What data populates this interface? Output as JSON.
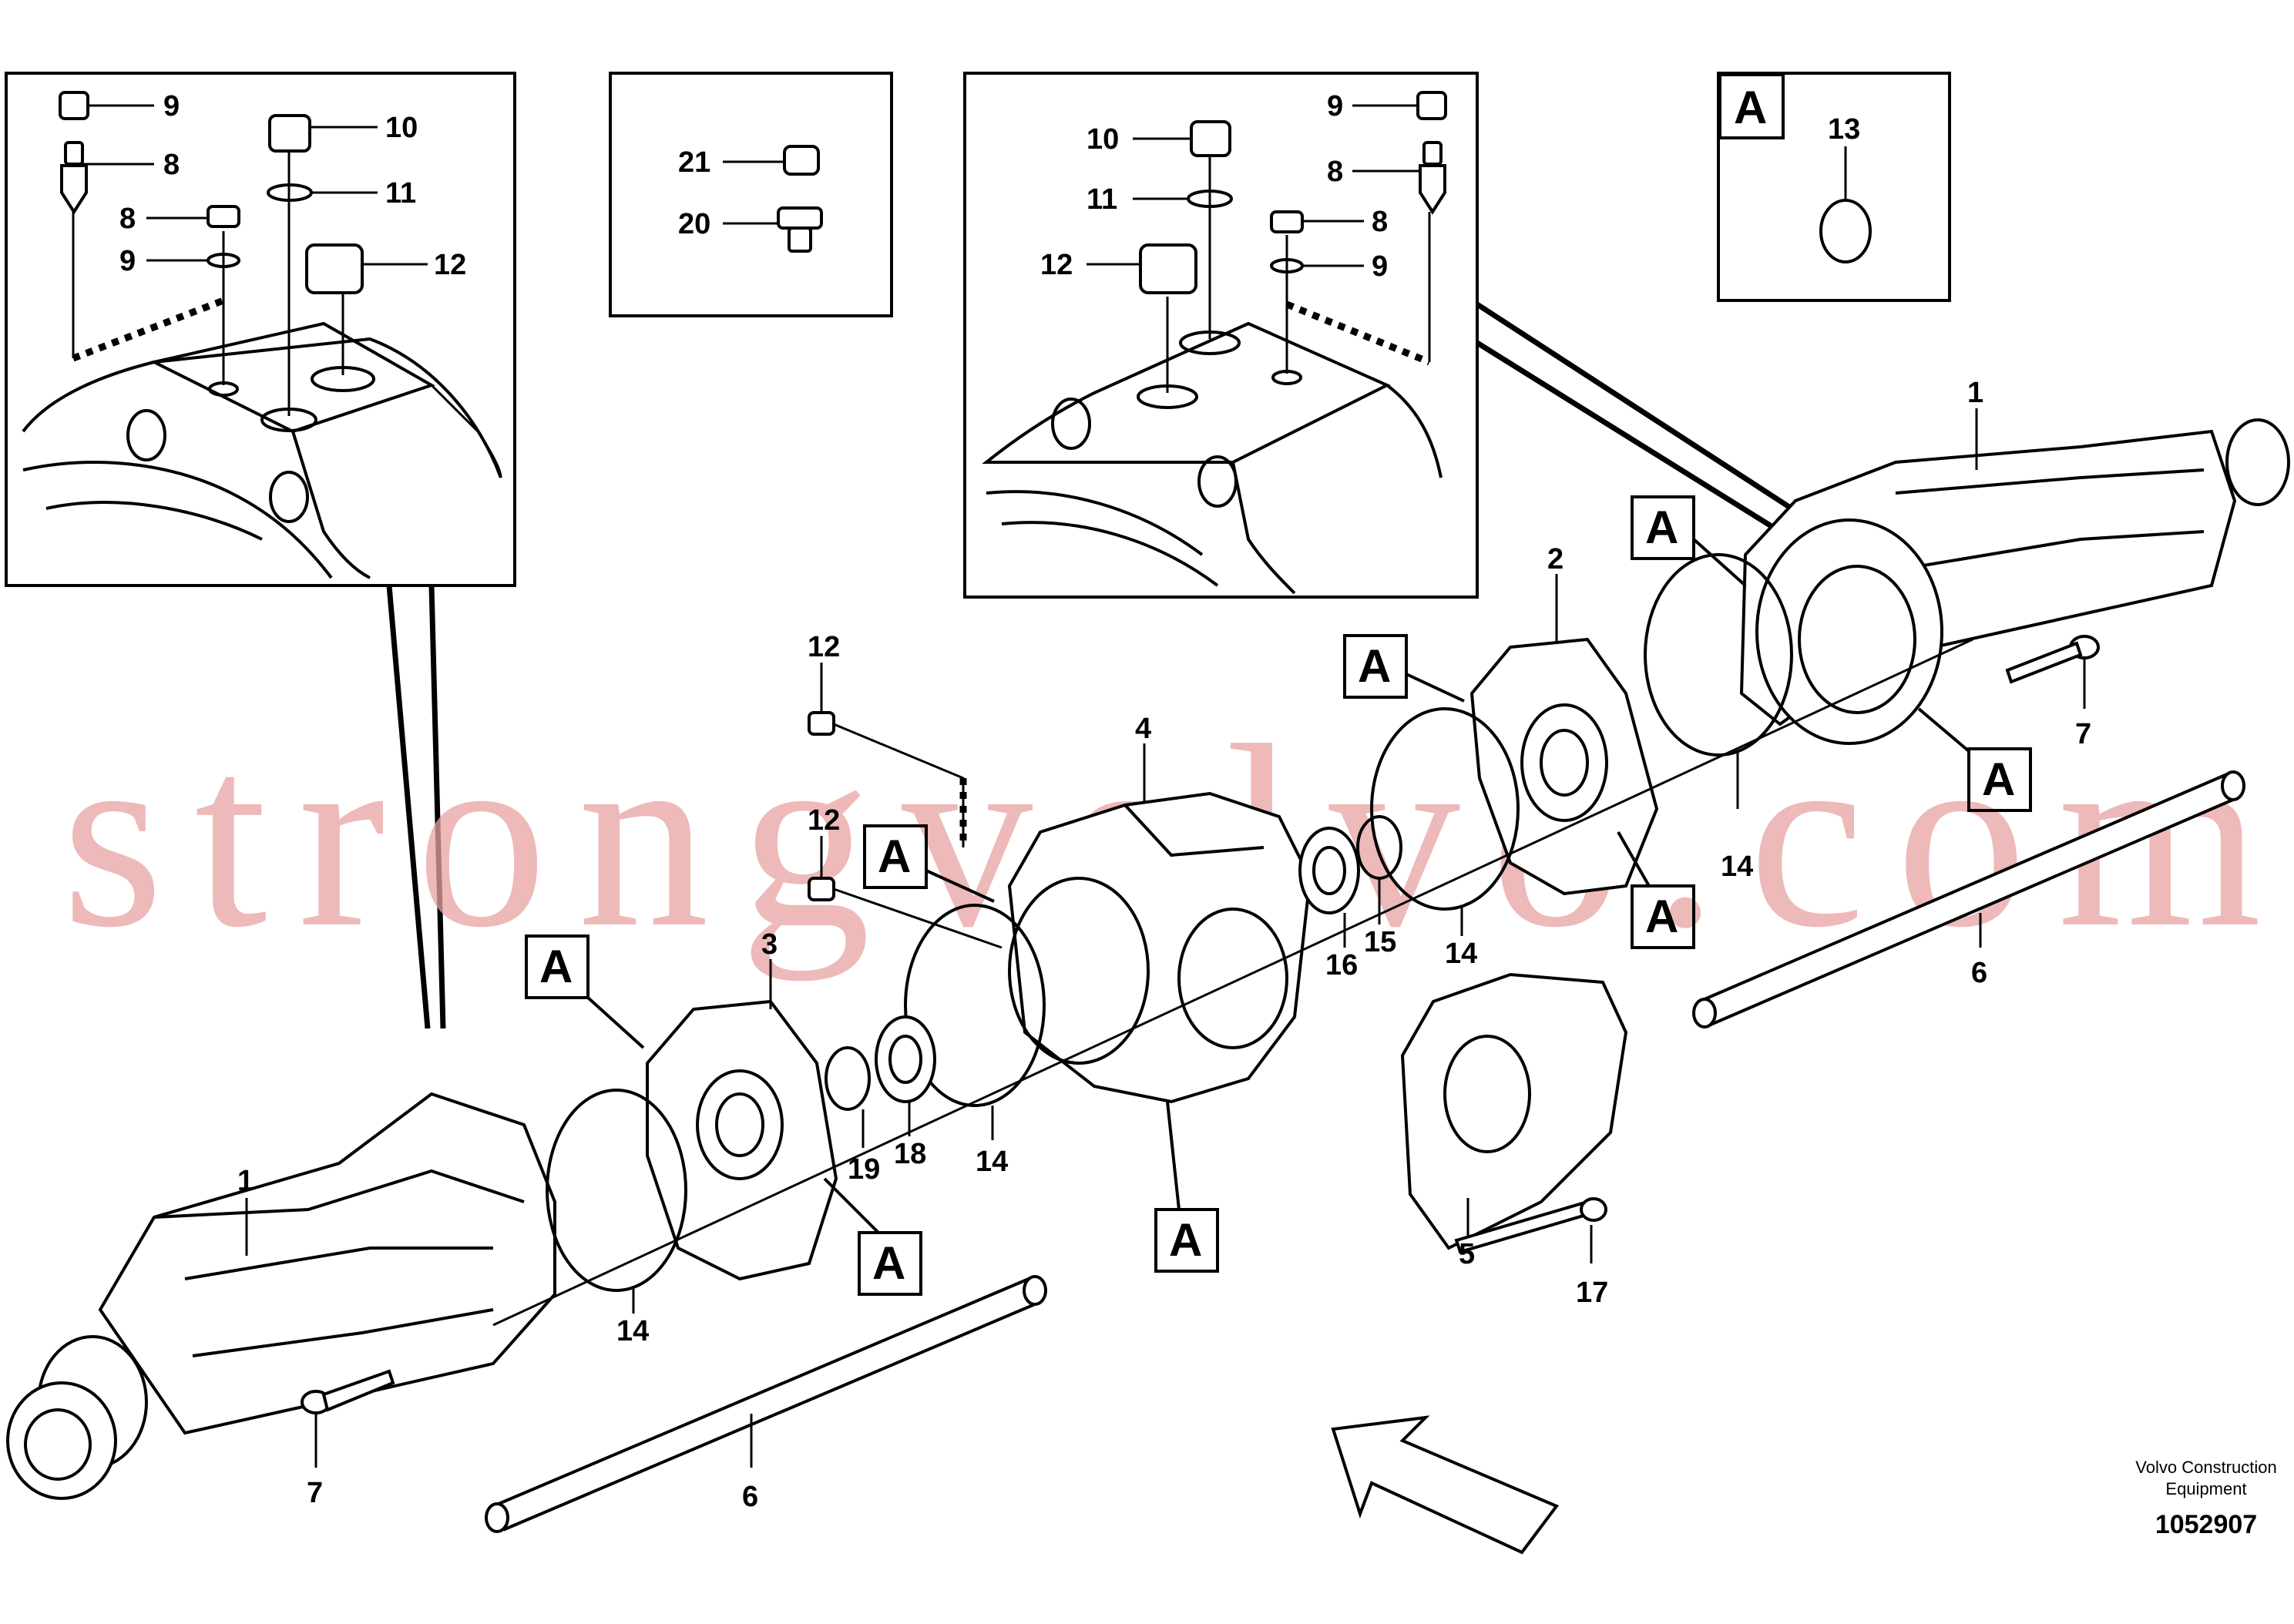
{
  "watermark": "strongvolvo.com",
  "callout_letter": "A",
  "labels": {
    "p1": "1",
    "p2": "2",
    "p3": "3",
    "p4": "4",
    "p5": "5",
    "p6": "6",
    "p7": "7",
    "p8": "8",
    "p9": "9",
    "p10": "10",
    "p11": "11",
    "p12": "12",
    "p13": "13",
    "p14": "14",
    "p15": "15",
    "p16": "16",
    "p17": "17",
    "p18": "18",
    "p19": "19",
    "p20": "20",
    "p21": "21"
  },
  "footer": {
    "company_line1": "Volvo Construction",
    "company_line2": "Equipment",
    "drawing_number": "1052907"
  }
}
